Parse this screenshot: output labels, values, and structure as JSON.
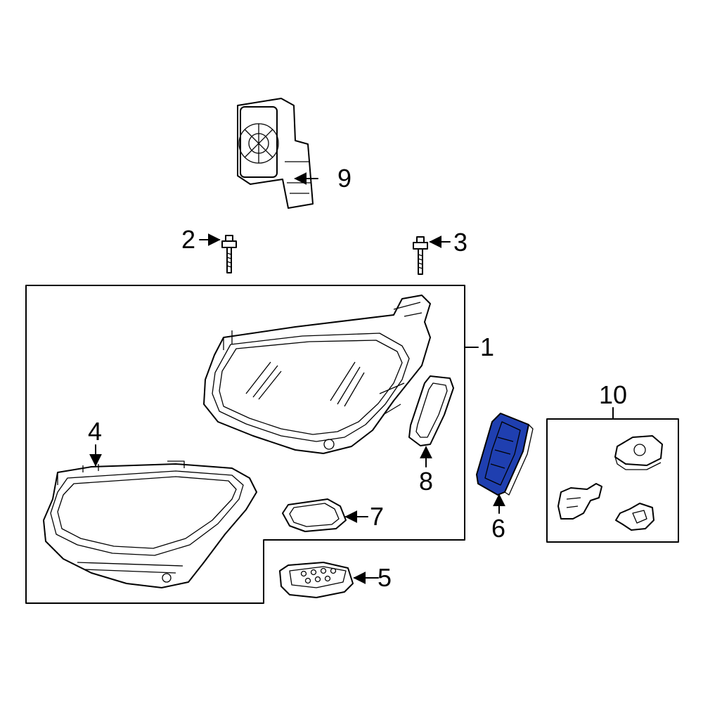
{
  "diagram": {
    "callouts": {
      "c1": "1",
      "c2": "2",
      "c3": "3",
      "c4": "4",
      "c5": "5",
      "c6": "6",
      "c7": "7",
      "c8": "8",
      "c9": "9",
      "c10": "10"
    },
    "highlight_color": "#1f3fb0",
    "highlighted_part": "6"
  }
}
